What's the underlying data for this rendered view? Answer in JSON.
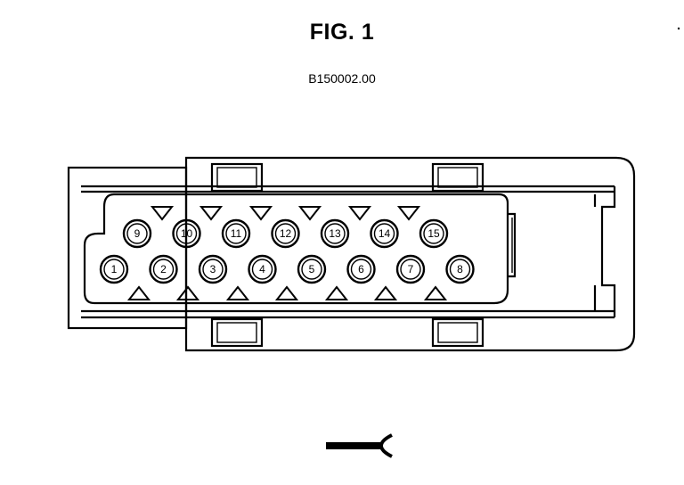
{
  "figure": {
    "title": "FIG. 1",
    "code": "B150002.00"
  },
  "connector": {
    "top_row_pins": [
      "9",
      "10",
      "11",
      "12",
      "13",
      "14",
      "15"
    ],
    "bottom_row_pins": [
      "1",
      "2",
      "3",
      "4",
      "5",
      "6",
      "7",
      "8"
    ]
  },
  "symbols": [
    "female-connector-symbol"
  ]
}
